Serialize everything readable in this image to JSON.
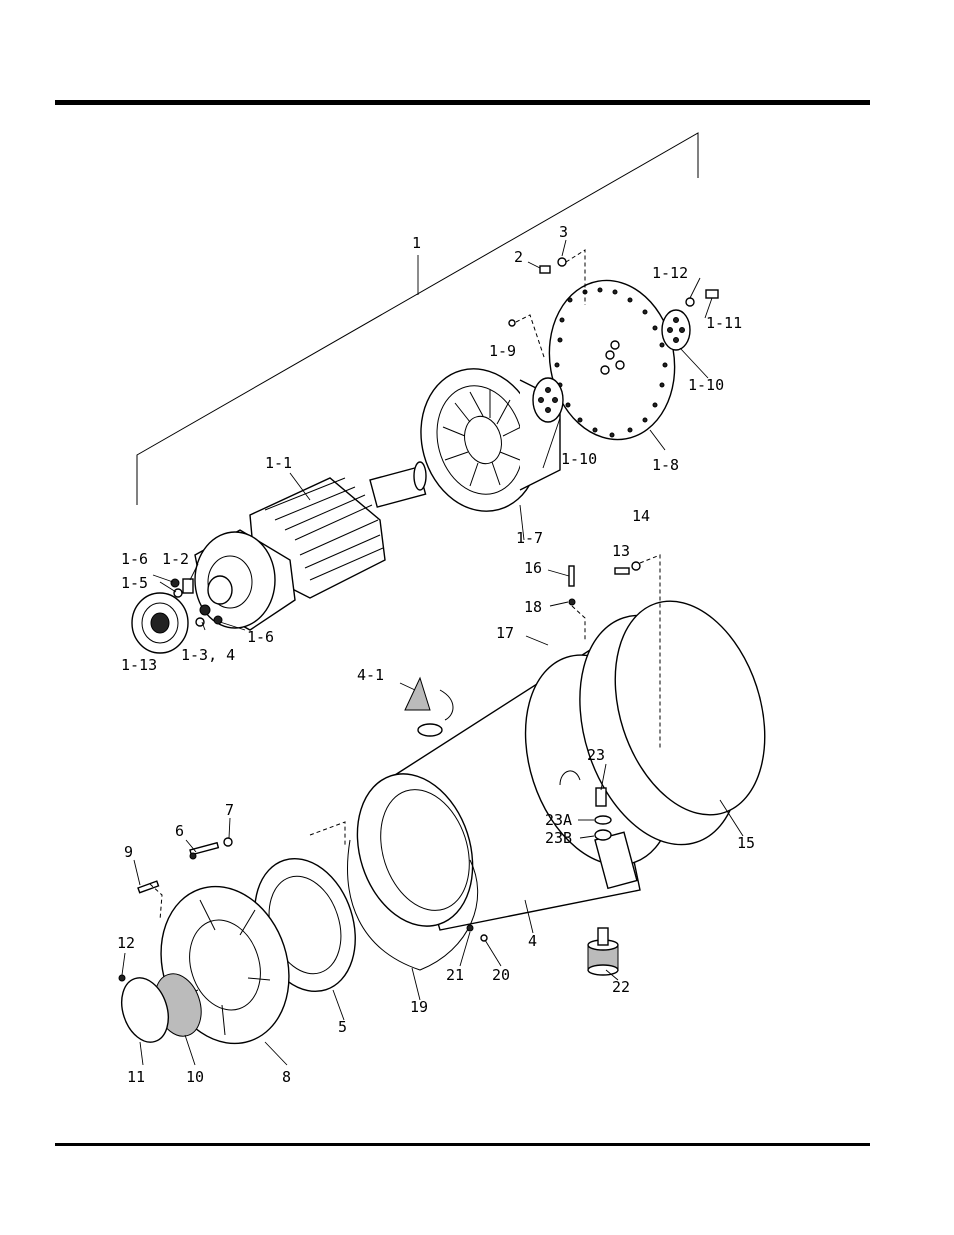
{
  "labels": {
    "asm": "1",
    "p1_1": "1-1",
    "p1_2": "1-2",
    "p1_3_4": "1-3, 4",
    "p1_5": "1-5",
    "p1_6a": "1-6",
    "p1_6b": "1-6",
    "p1_7": "1-7",
    "p1_8": "1-8",
    "p1_9": "1-9",
    "p1_10a": "1-10",
    "p1_10b": "1-10",
    "p1_11": "1-11",
    "p1_12": "1-12",
    "p1_13": "1-13",
    "p2": "2",
    "p3": "3",
    "p4": "4",
    "p4_1": "4-1",
    "p5": "5",
    "p6": "6",
    "p7": "7",
    "p8": "8",
    "p9": "9",
    "p10": "10",
    "p11": "11",
    "p12": "12",
    "p13": "13",
    "p14": "14",
    "p15": "15",
    "p16": "16",
    "p17": "17",
    "p18": "18",
    "p19": "19",
    "p20": "20",
    "p21": "21",
    "p22": "22",
    "p23": "23",
    "p23a": "23A",
    "p23b": "23B"
  }
}
